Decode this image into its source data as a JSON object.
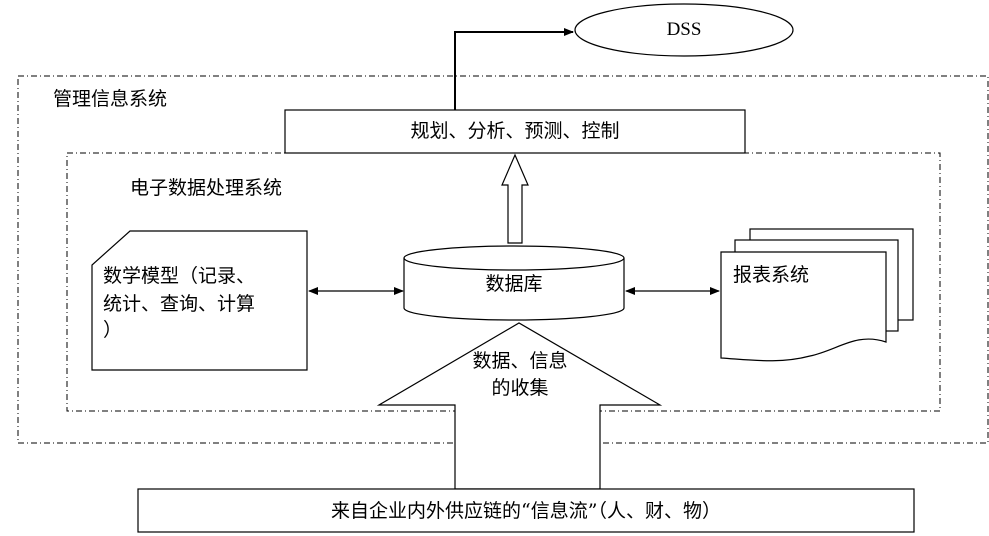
{
  "nodes": {
    "dss": "DSS",
    "mis_label": "管理信息系统",
    "planning": "规划、分析、预测、控制",
    "edp_label": "电子数据处理系统",
    "model_line1": "数学模型（记录、",
    "model_line2": "统计、查询、计算",
    "model_line3": "）",
    "database": "数据库",
    "reports": "报表系统",
    "collection_line1": "数据、信息",
    "collection_line2": "的收集",
    "source": "来自企业内外供应链的“信息流”（人、财、物）"
  }
}
